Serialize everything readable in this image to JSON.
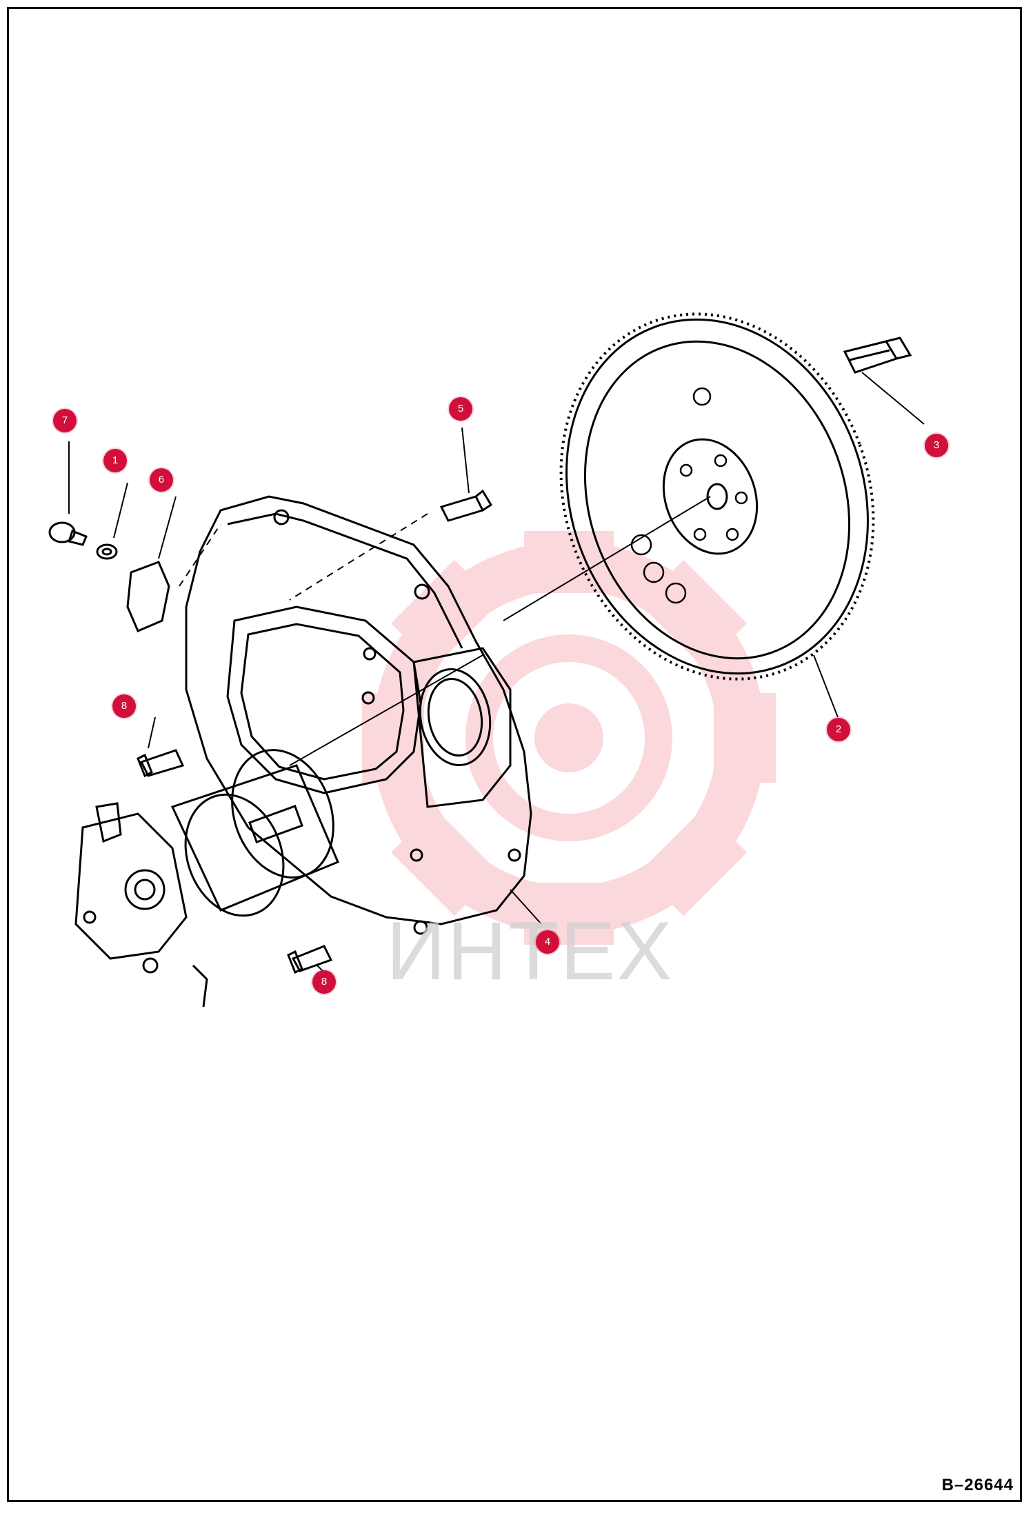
{
  "watermark": {
    "text": "ИНТЕХ",
    "color": "#f7b9be"
  },
  "accent_color": "#d0103a",
  "drawing_code": "B–26644",
  "callouts": [
    {
      "label": "7",
      "part": "nut"
    },
    {
      "label": "1",
      "part": "washer"
    },
    {
      "label": "6",
      "part": "bracket"
    },
    {
      "label": "5",
      "part": "bolt"
    },
    {
      "label": "3",
      "part": "flywheel-bolt"
    },
    {
      "label": "2",
      "part": "flywheel"
    },
    {
      "label": "8",
      "part": "starter-bolt-upper"
    },
    {
      "label": "4",
      "part": "flywheel-housing"
    },
    {
      "label": "8",
      "part": "starter-bolt-lower"
    }
  ]
}
